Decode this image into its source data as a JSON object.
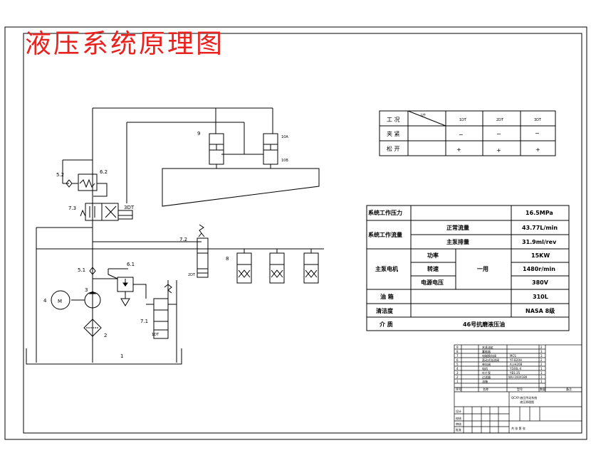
{
  "title": "液压系统原理图",
  "labels": {
    "l9": "9",
    "l10a": "10A",
    "l10b": "10B",
    "l5_2": "5.2",
    "l6_2": "6.2",
    "l7_3": "7.3",
    "l3dt": "3DT",
    "l7_2": "7.2",
    "l2dt": "2DT",
    "l8": "8",
    "l5_1": "5.1",
    "l6_1": "6.1",
    "l3": "3",
    "l4": "4",
    "lM": "M",
    "l2": "2",
    "l7_1": "7.1",
    "l1dt": "1DT",
    "l1": "1"
  },
  "solenoid_table": {
    "corner_top": "元件",
    "corner_left": "工 况",
    "cols": [
      "1DT",
      "2DT",
      "3DT"
    ],
    "rows": [
      {
        "name": "夹 紧",
        "values": [
          "−",
          "−",
          "−"
        ]
      },
      {
        "name": "松 开",
        "values": [
          "+",
          "+",
          "+"
        ]
      }
    ]
  },
  "params": {
    "pressure_label": "系统工作压力",
    "pressure_value": "16.5MPa",
    "flow_label": "系统工作流量",
    "flow_normal_label": "正常流量",
    "flow_normal_value": "43.77L/min",
    "pump_disp_label": "主泵排量",
    "pump_disp_value": "31.9ml/rev",
    "motor_label": "主泵电机",
    "power_label": "功率",
    "power_value": "15KW",
    "speed_label": "转速",
    "speed_value": "1480r/min",
    "voltage_label": "电源电压",
    "voltage_value": "380V",
    "motor_note": "一用",
    "tank_label": "油 箱",
    "tank_value": "310L",
    "clean_label": "清洁度",
    "clean_value": "NASA 8级",
    "medium_label": "介 质",
    "medium_value": "46号抗磨液压油"
  },
  "title_block": {
    "parts": [
      {
        "no": "9",
        "name": "夹紧油缸",
        "spec": "",
        "qty": "2"
      },
      {
        "no": "8",
        "name": "蓄能器",
        "spec": "",
        "qty": "3"
      },
      {
        "no": "7",
        "name": "电磁换向阀",
        "spec": "MCS",
        "qty": "3"
      },
      {
        "no": "6",
        "name": "直动式溢流阀",
        "spec": "YF-B20H",
        "qty": "2"
      },
      {
        "no": "5",
        "name": "单向阀",
        "spec": "A.J-H20B",
        "qty": "2"
      },
      {
        "no": "4",
        "name": "电机",
        "spec": "Y160L-4",
        "qty": "1"
      },
      {
        "no": "3",
        "name": "叶片泵",
        "spec": "YB1-25",
        "qty": "1"
      },
      {
        "no": "2",
        "name": "过滤器",
        "spec": "WU-100X180",
        "qty": "1"
      },
      {
        "no": "1",
        "name": "油箱",
        "spec": "",
        "qty": "1"
      }
    ],
    "header": [
      "序号",
      "名称",
      "型号",
      "数量",
      "备注"
    ],
    "drawing_name": "QCXY-液压传动系统",
    "drawing_sub": "液压原理图",
    "sign_labels": [
      "设计",
      "校核",
      "审核",
      "批准"
    ],
    "footer": "共 张 第 张"
  }
}
